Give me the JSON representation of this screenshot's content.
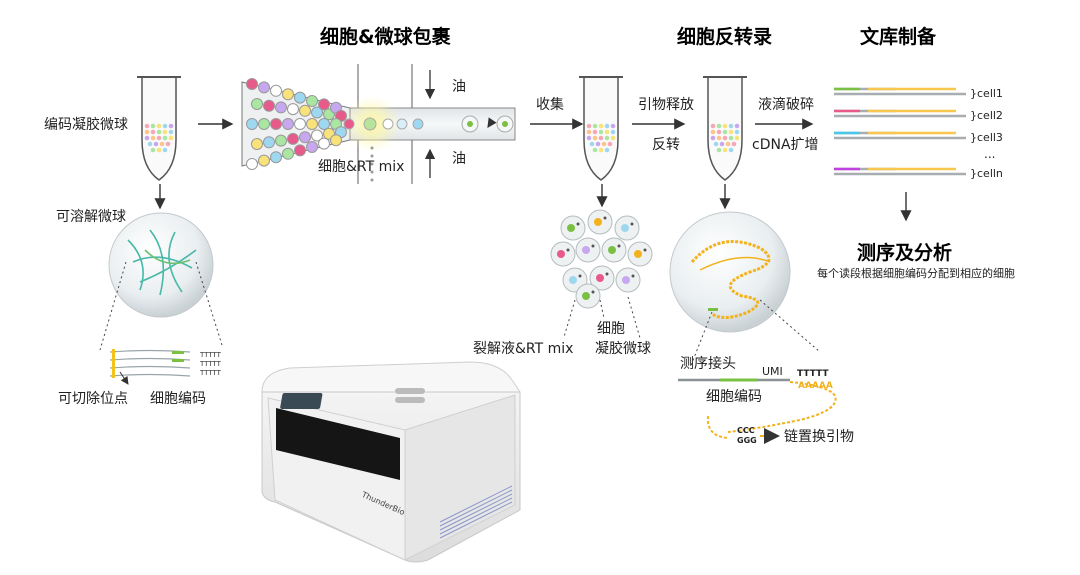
{
  "titles": {
    "encapsulation": "细胞&微球包裹",
    "reverse_transcription": "细胞反转录",
    "library_prep": "文库制备",
    "sequencing": "测序及分析"
  },
  "labels": {
    "barcoded_beads": "编码凝胶微球",
    "dissolvable_bead": "可溶解微球",
    "cleavable_site": "可切除位点",
    "cell_barcode": "细胞编码",
    "oil_top": "油",
    "oil_bottom": "油",
    "cell_rt_mix": "细胞&RT mix",
    "collect": "收集",
    "primer_release": "引物释放",
    "reverse": "反转",
    "droplet_break": "液滴破碎",
    "cdna_amplify": "cDNA扩增",
    "lysis_rt_mix": "裂解液&RT mix",
    "cell": "细胞",
    "gel_bead": "凝胶微球",
    "seq_adapter": "测序接头",
    "umi": "UMI",
    "polyT": "TTTTT",
    "polyA": "AAAAA",
    "cell_barcode_2": "细胞编码",
    "ccc": "CCC",
    "ggg": "GGG",
    "tso": "链置换引物",
    "seq_note": "每个读段根据细胞编码分配到相应的细胞"
  },
  "library": {
    "reads": [
      "}cell1",
      "}cell2",
      "}cell3",
      "}celln"
    ],
    "ellipsis": "..."
  },
  "instrument": {
    "brand": "ThunderBio"
  },
  "colors": {
    "bead_palette": [
      "#f7a8b8",
      "#a8e6a1",
      "#f9e27a",
      "#9ed8f0",
      "#c7a8f0",
      "#ffc48c"
    ],
    "yellow_strand": "#f3b21b",
    "green": "#7ac143",
    "arrow": "#333333"
  }
}
